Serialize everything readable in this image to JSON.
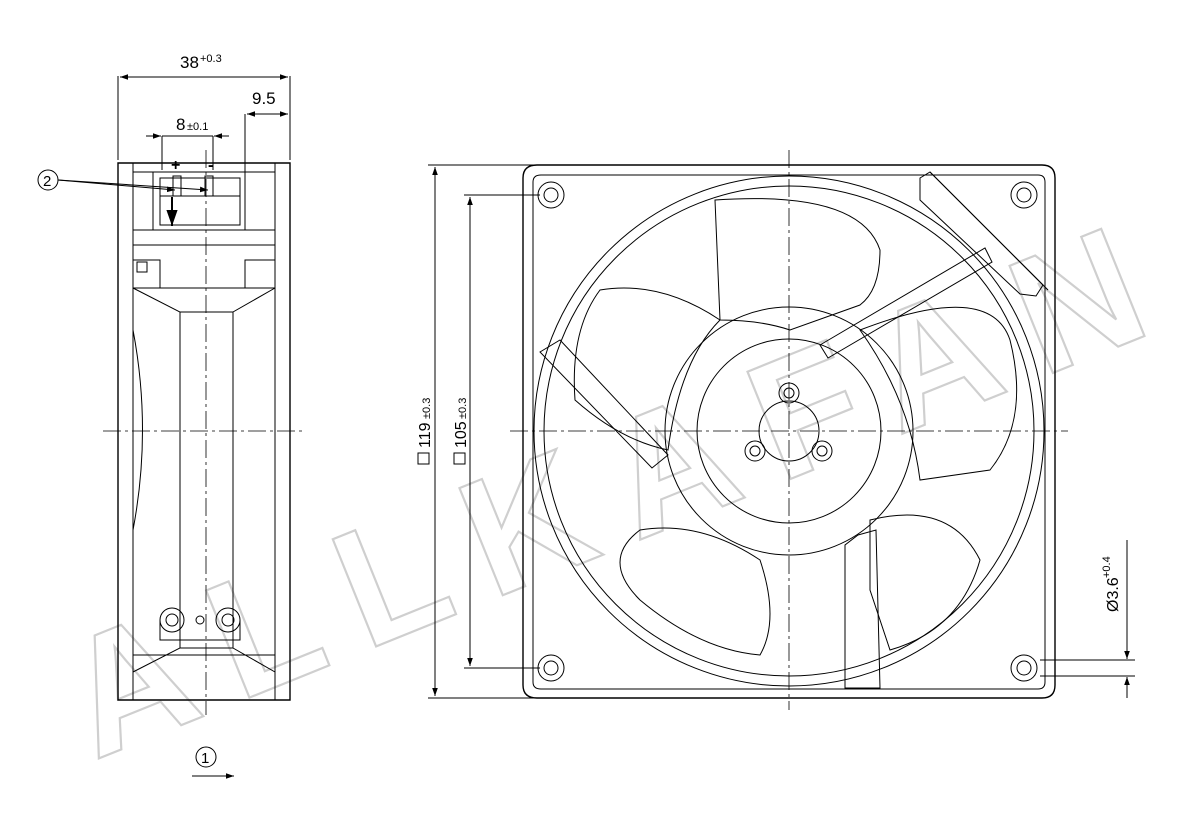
{
  "dimensions": {
    "depth": "38",
    "depth_tol": "+0.3",
    "terminal_offset": "9.5",
    "terminal_spacing": "8",
    "terminal_spacing_tol": "±0.1",
    "frame_size": "119",
    "frame_size_tol": "±0.3",
    "hole_spacing": "105",
    "hole_spacing_tol": "±0.3",
    "hole_diameter": "Ø3.6",
    "hole_diameter_tol": "+0.4"
  },
  "terminals": {
    "plus": "+",
    "minus": "-"
  },
  "callouts": {
    "terminal_ref": "2",
    "airflow_ref": "1"
  },
  "watermark": {
    "text": "ALLKAFAN"
  }
}
